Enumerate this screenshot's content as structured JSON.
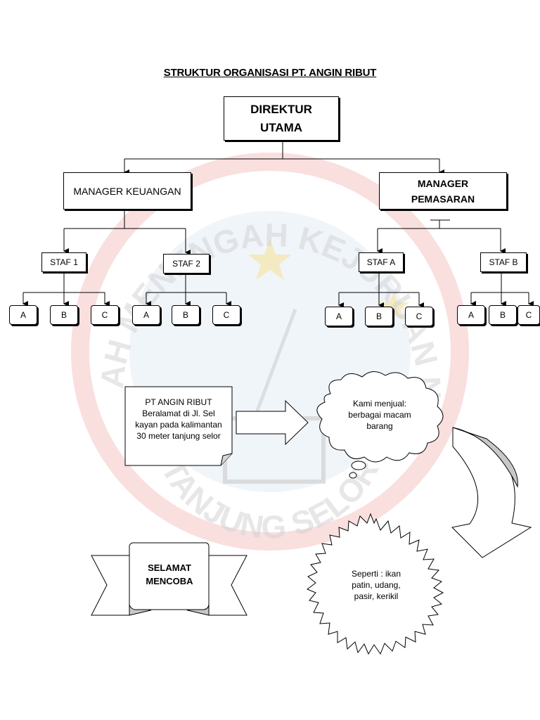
{
  "title": "STRUKTUR ORGANISASI PT. ANGIN RIBUT",
  "watermark": {
    "top_text": "SEKOLAH MENENGAH KEJURUAN NEGERI",
    "bottom_text": "TANJUNG SELOR",
    "ring_color": "#f2a7a7",
    "text_color": "#d4d4d4"
  },
  "org": {
    "director": {
      "line1": "DIREKTUR",
      "line2": "UTAMA"
    },
    "managers": [
      {
        "label": "MANAGER KEUANGAN"
      },
      {
        "line1": "MANAGER",
        "line2": "PEMASARAN"
      }
    ],
    "staff": [
      "STAF 1",
      "STAF 2",
      "STAF A",
      "STAF B"
    ],
    "leaves": [
      "A",
      "B",
      "C"
    ]
  },
  "shapes": {
    "note": {
      "line1": "PT ANGIN RIBUT",
      "line2": "Beralamat di Jl. Sel",
      "line3": "kayan pada kalimantan",
      "line4": "30 meter tanjung selor"
    },
    "cloud": {
      "line1": "Kami menjual:",
      "line2": "berbagai macam",
      "line3": "barang"
    },
    "banner": {
      "line1": "SELAMAT",
      "line2": "MENCOBA"
    },
    "burst": {
      "line1": "Seperti : ikan",
      "line2": "patin, udang,",
      "line3": "pasir, kerikil"
    }
  }
}
